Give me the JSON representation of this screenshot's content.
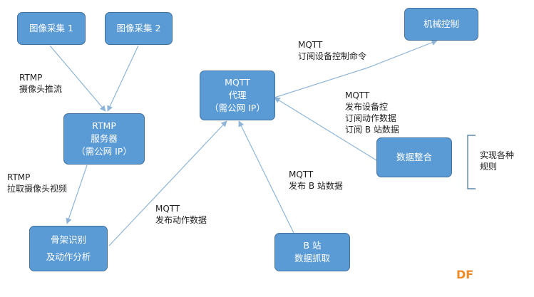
{
  "nodes": {
    "camera1": {
      "label": "图像采集 1"
    },
    "camera2": {
      "label": "图像采集 2"
    },
    "rtmp_server": {
      "lines": [
        "RTMP",
        "服务器",
        "（需公网 IP）"
      ]
    },
    "mqtt_broker": {
      "lines": [
        "MQTT",
        "代理",
        "（需公网 IP）"
      ]
    },
    "machine_control": {
      "label": "机械控制"
    },
    "data_integration": {
      "label": "数据整合"
    },
    "skeleton": {
      "lines": [
        "骨架识别",
        "及动作分析"
      ]
    },
    "bilibili": {
      "lines": [
        "B 站",
        "数据抓取"
      ]
    }
  },
  "edge_labels": {
    "rtmp_push": [
      "RTMP",
      "摄像头推流"
    ],
    "rtmp_pull": [
      "RTMP",
      "拉取摄像头视频"
    ],
    "mqtt_subscribe_control": [
      "MQTT",
      "订阅设备控制命令"
    ],
    "mqtt_integration": [
      "MQTT",
      "发布设备控",
      "订阅动作数据",
      "订阅 B 站数据"
    ],
    "mqtt_publish_bilibili": [
      "MQTT",
      "发布 B 站数据"
    ],
    "mqtt_publish_action": [
      "MQTT",
      "发布动作数据"
    ]
  },
  "annotation": [
    "实现各种",
    "规则"
  ],
  "watermark": "DF",
  "colors": {
    "node_fill": "#5b9bd5",
    "node_border": "#41719c",
    "arrow": "#8eb4d8",
    "bracket": "#41719c",
    "watermark": "#f08a24"
  }
}
